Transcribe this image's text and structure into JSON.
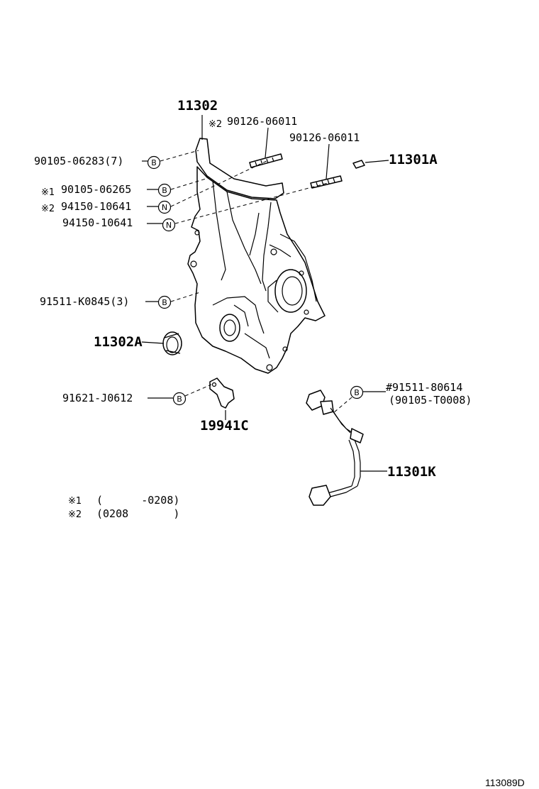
{
  "labels": {
    "p11302": "11302",
    "mark_n2_a": "※2",
    "p90126_a": "90126-06011",
    "p90126_b": "90126-06011",
    "p11301A": "11301A",
    "p90105_06283": "90105-06283(7)",
    "mark_n1": "※1",
    "p90105_06265": "90105-06265",
    "mark_n2_b": "※2",
    "p94150_a": "94150-10641",
    "p94150_b": "94150-10641",
    "p91511_K0845": "91511-K0845(3)",
    "p11302A": "11302A",
    "p91621": "91621-J0612",
    "p19941C": "19941C",
    "p91511_80614": "#91511-80614",
    "p90105_T0008": "(90105-T0008)",
    "p11301K": "11301K"
  },
  "circles": {
    "B": "B",
    "N": "N"
  },
  "notes": {
    "n1_mark": "※1",
    "n1_text": "(      -0208)",
    "n2_mark": "※2",
    "n2_text": "(0208       )"
  },
  "figure_code": "113089D"
}
